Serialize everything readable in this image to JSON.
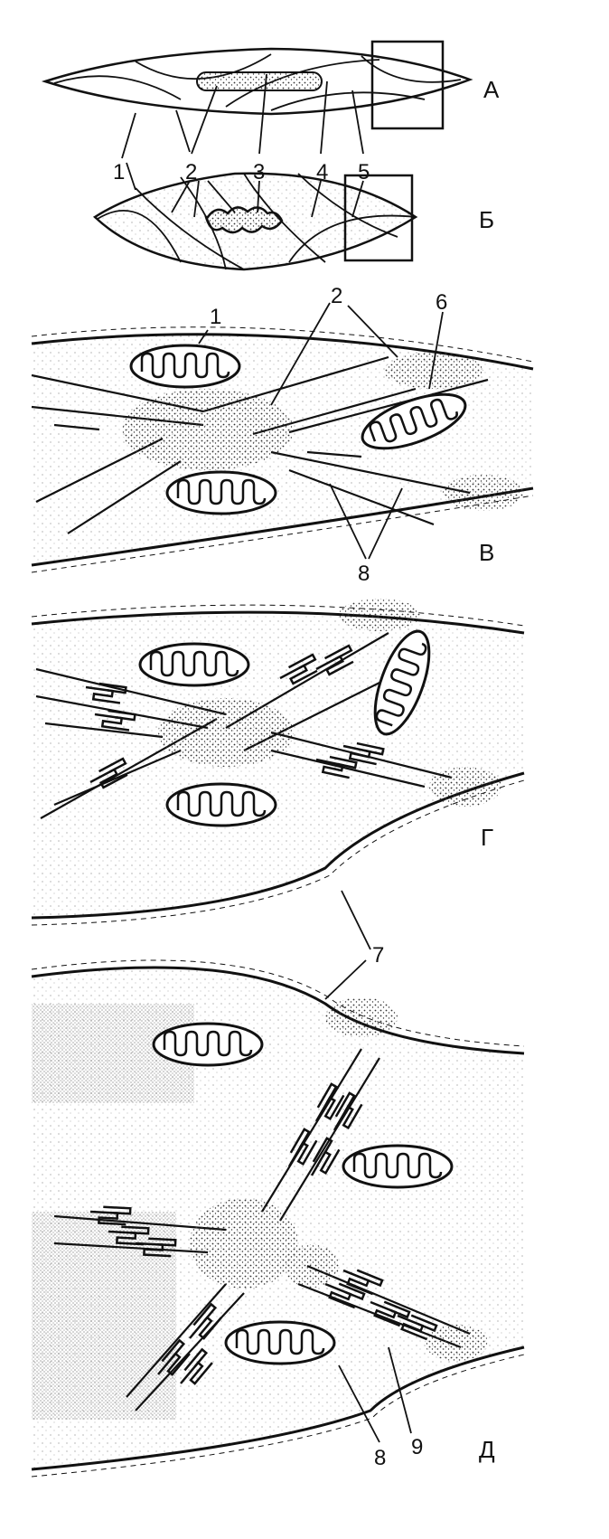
{
  "panels": [
    {
      "key": "a",
      "label": "А"
    },
    {
      "key": "b",
      "label": "Б"
    },
    {
      "key": "v",
      "label": "В"
    },
    {
      "key": "g",
      "label": "Г"
    },
    {
      "key": "d",
      "label": "Д"
    }
  ],
  "callouts": {
    "n1": "1",
    "n2": "2",
    "n3": "3",
    "n4": "4",
    "n5": "5",
    "n6": "6",
    "n7": "7",
    "n8": "8",
    "n9": "9"
  },
  "colors": {
    "ink": "#111111",
    "stipple": "#444444",
    "paper": "#ffffff"
  }
}
